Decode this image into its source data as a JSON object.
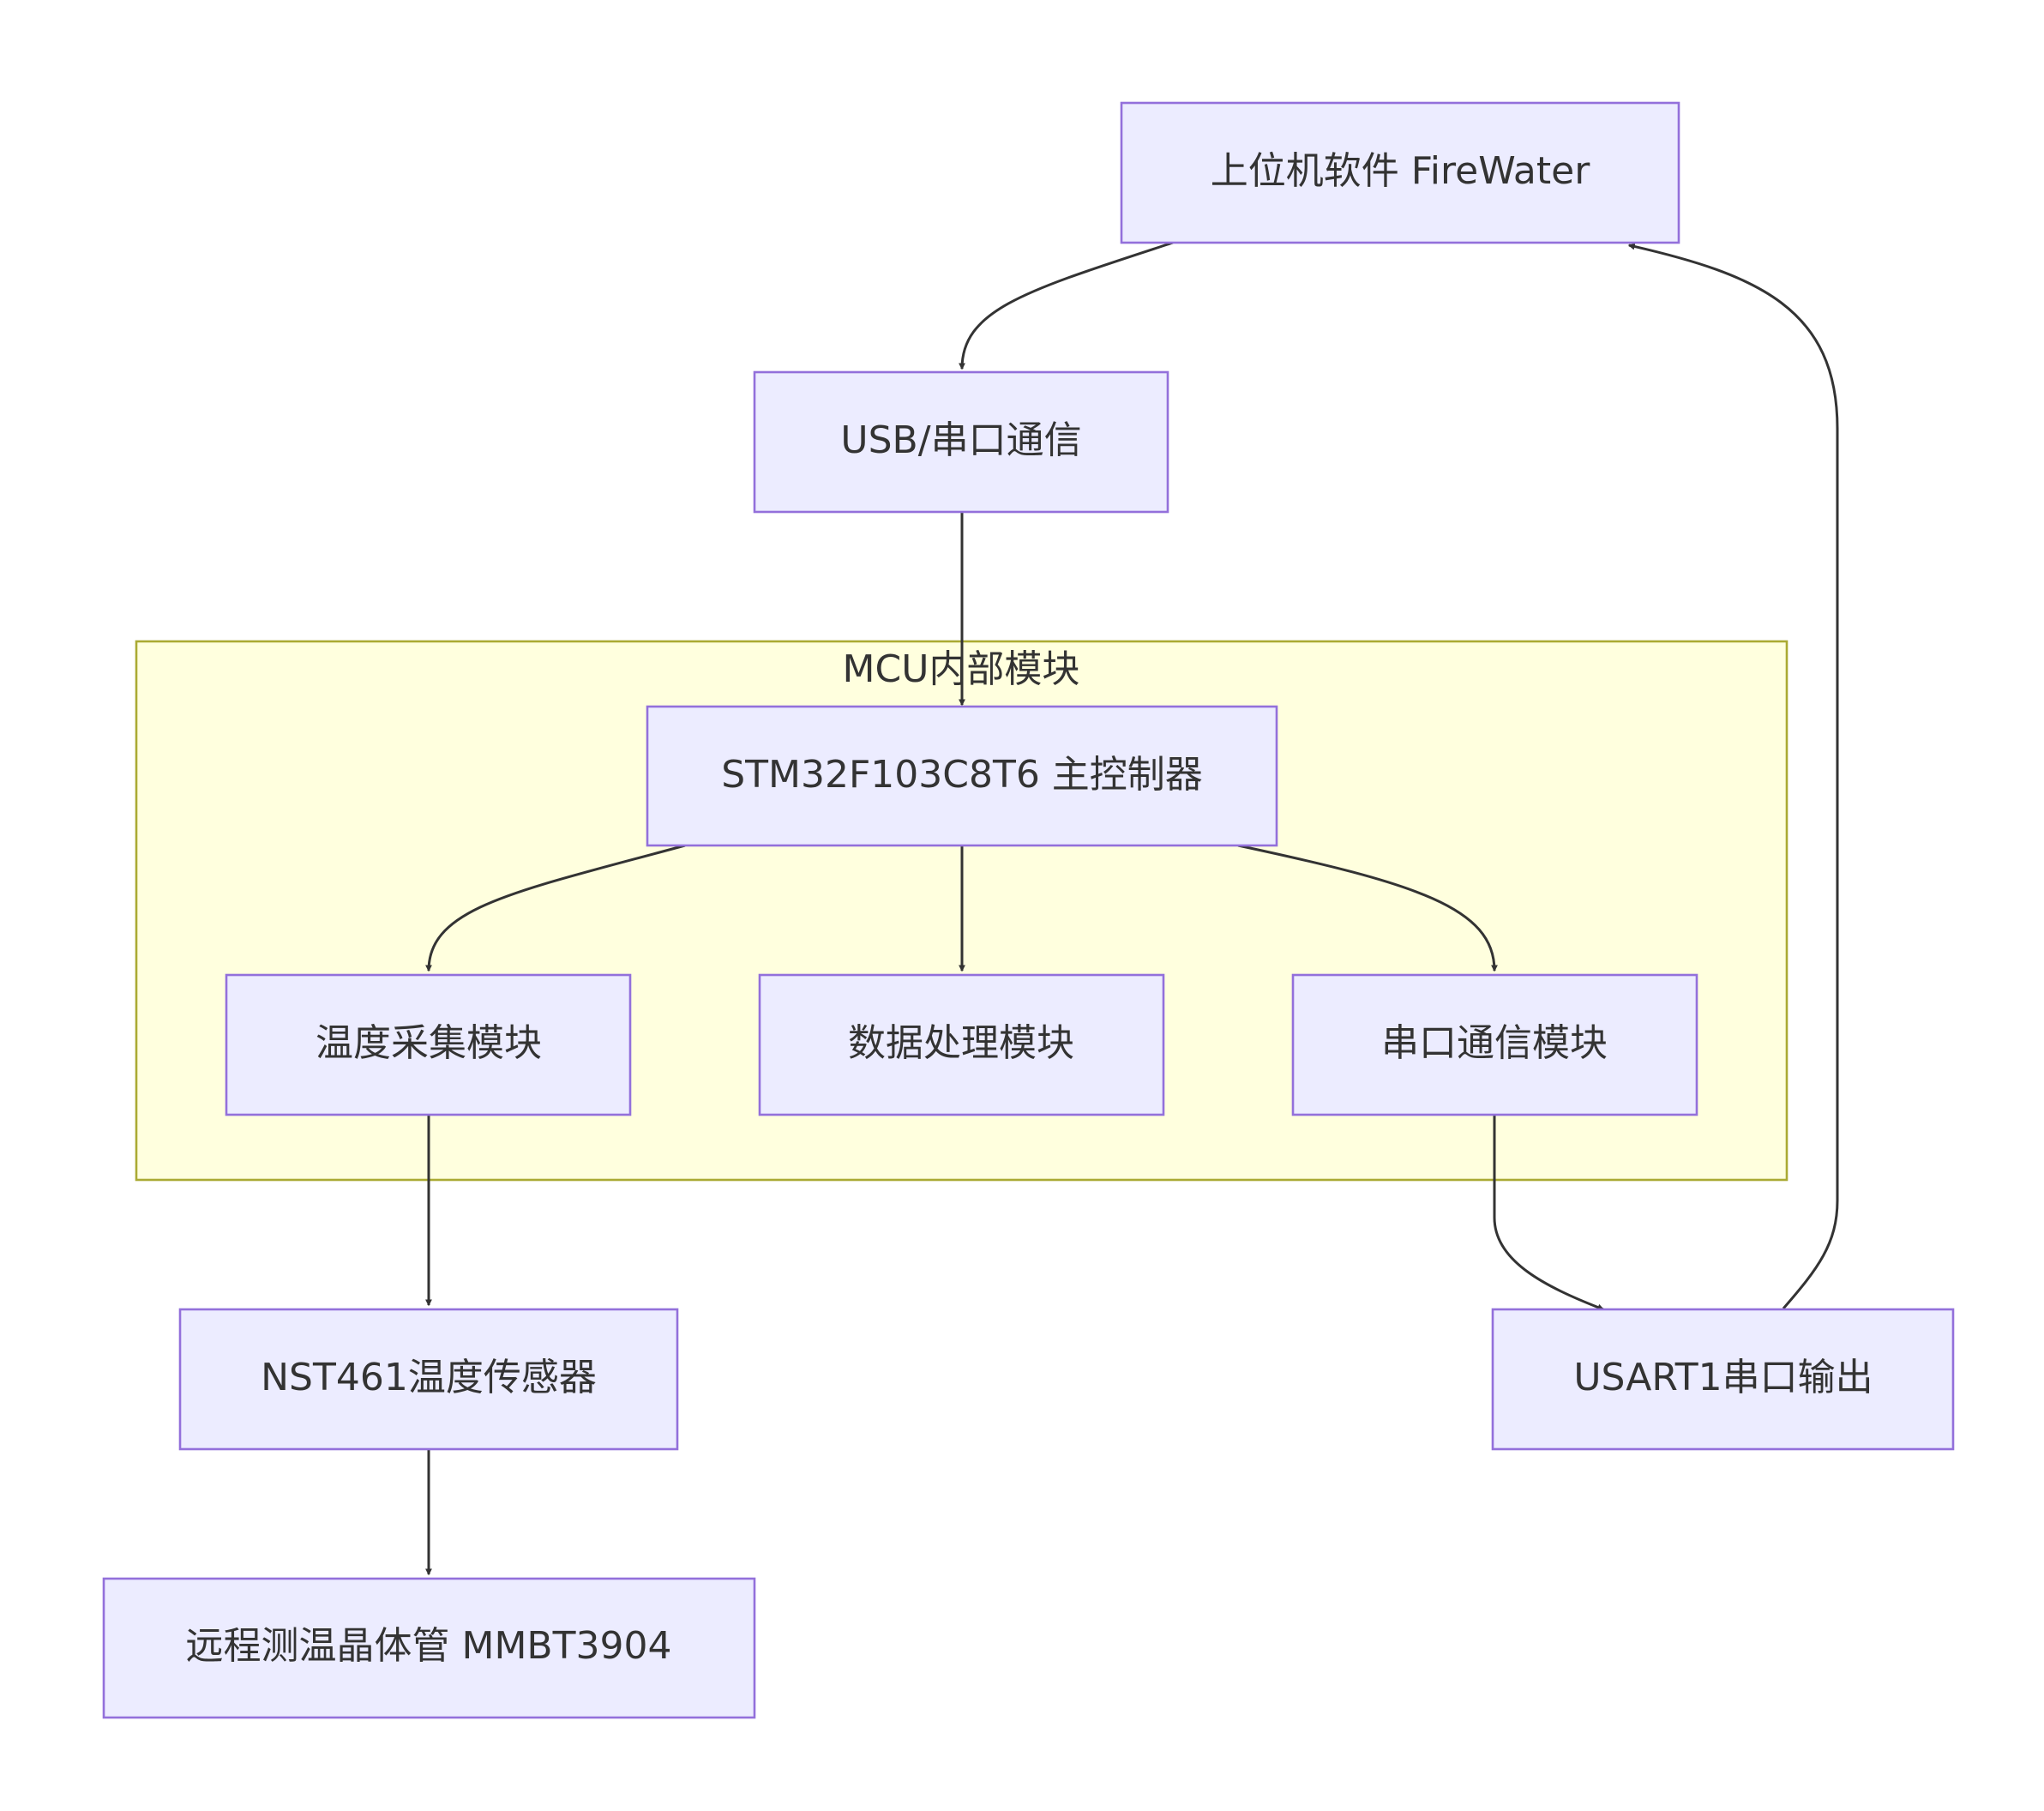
{
  "diagram": {
    "cluster": {
      "label": "MCU内部模块"
    },
    "nodes": {
      "firewater": "上位机软件 FireWater",
      "usb": "USB/串口通信",
      "stm32": "STM32F103C8T6 主控制器",
      "temp_module": "温度采集模块",
      "data_module": "数据处理模块",
      "serial_module": "串口通信模块",
      "nst461": "NST461温度传感器",
      "usart1": "USART1串口输出",
      "mmbt3904": "远程测温晶体管 MMBT3904"
    },
    "edges": [
      {
        "from": "firewater",
        "to": "usb"
      },
      {
        "from": "usb",
        "to": "stm32"
      },
      {
        "from": "stm32",
        "to": "temp_module"
      },
      {
        "from": "stm32",
        "to": "data_module"
      },
      {
        "from": "stm32",
        "to": "serial_module"
      },
      {
        "from": "temp_module",
        "to": "nst461"
      },
      {
        "from": "nst461",
        "to": "mmbt3904"
      },
      {
        "from": "serial_module",
        "to": "usart1"
      },
      {
        "from": "usart1",
        "to": "firewater"
      }
    ],
    "colors": {
      "node_fill": "#ECECFF",
      "node_stroke": "#9370DB",
      "cluster_fill": "#ffffde",
      "cluster_stroke": "#aaaa33",
      "edge": "#333333",
      "text": "#333333"
    }
  }
}
